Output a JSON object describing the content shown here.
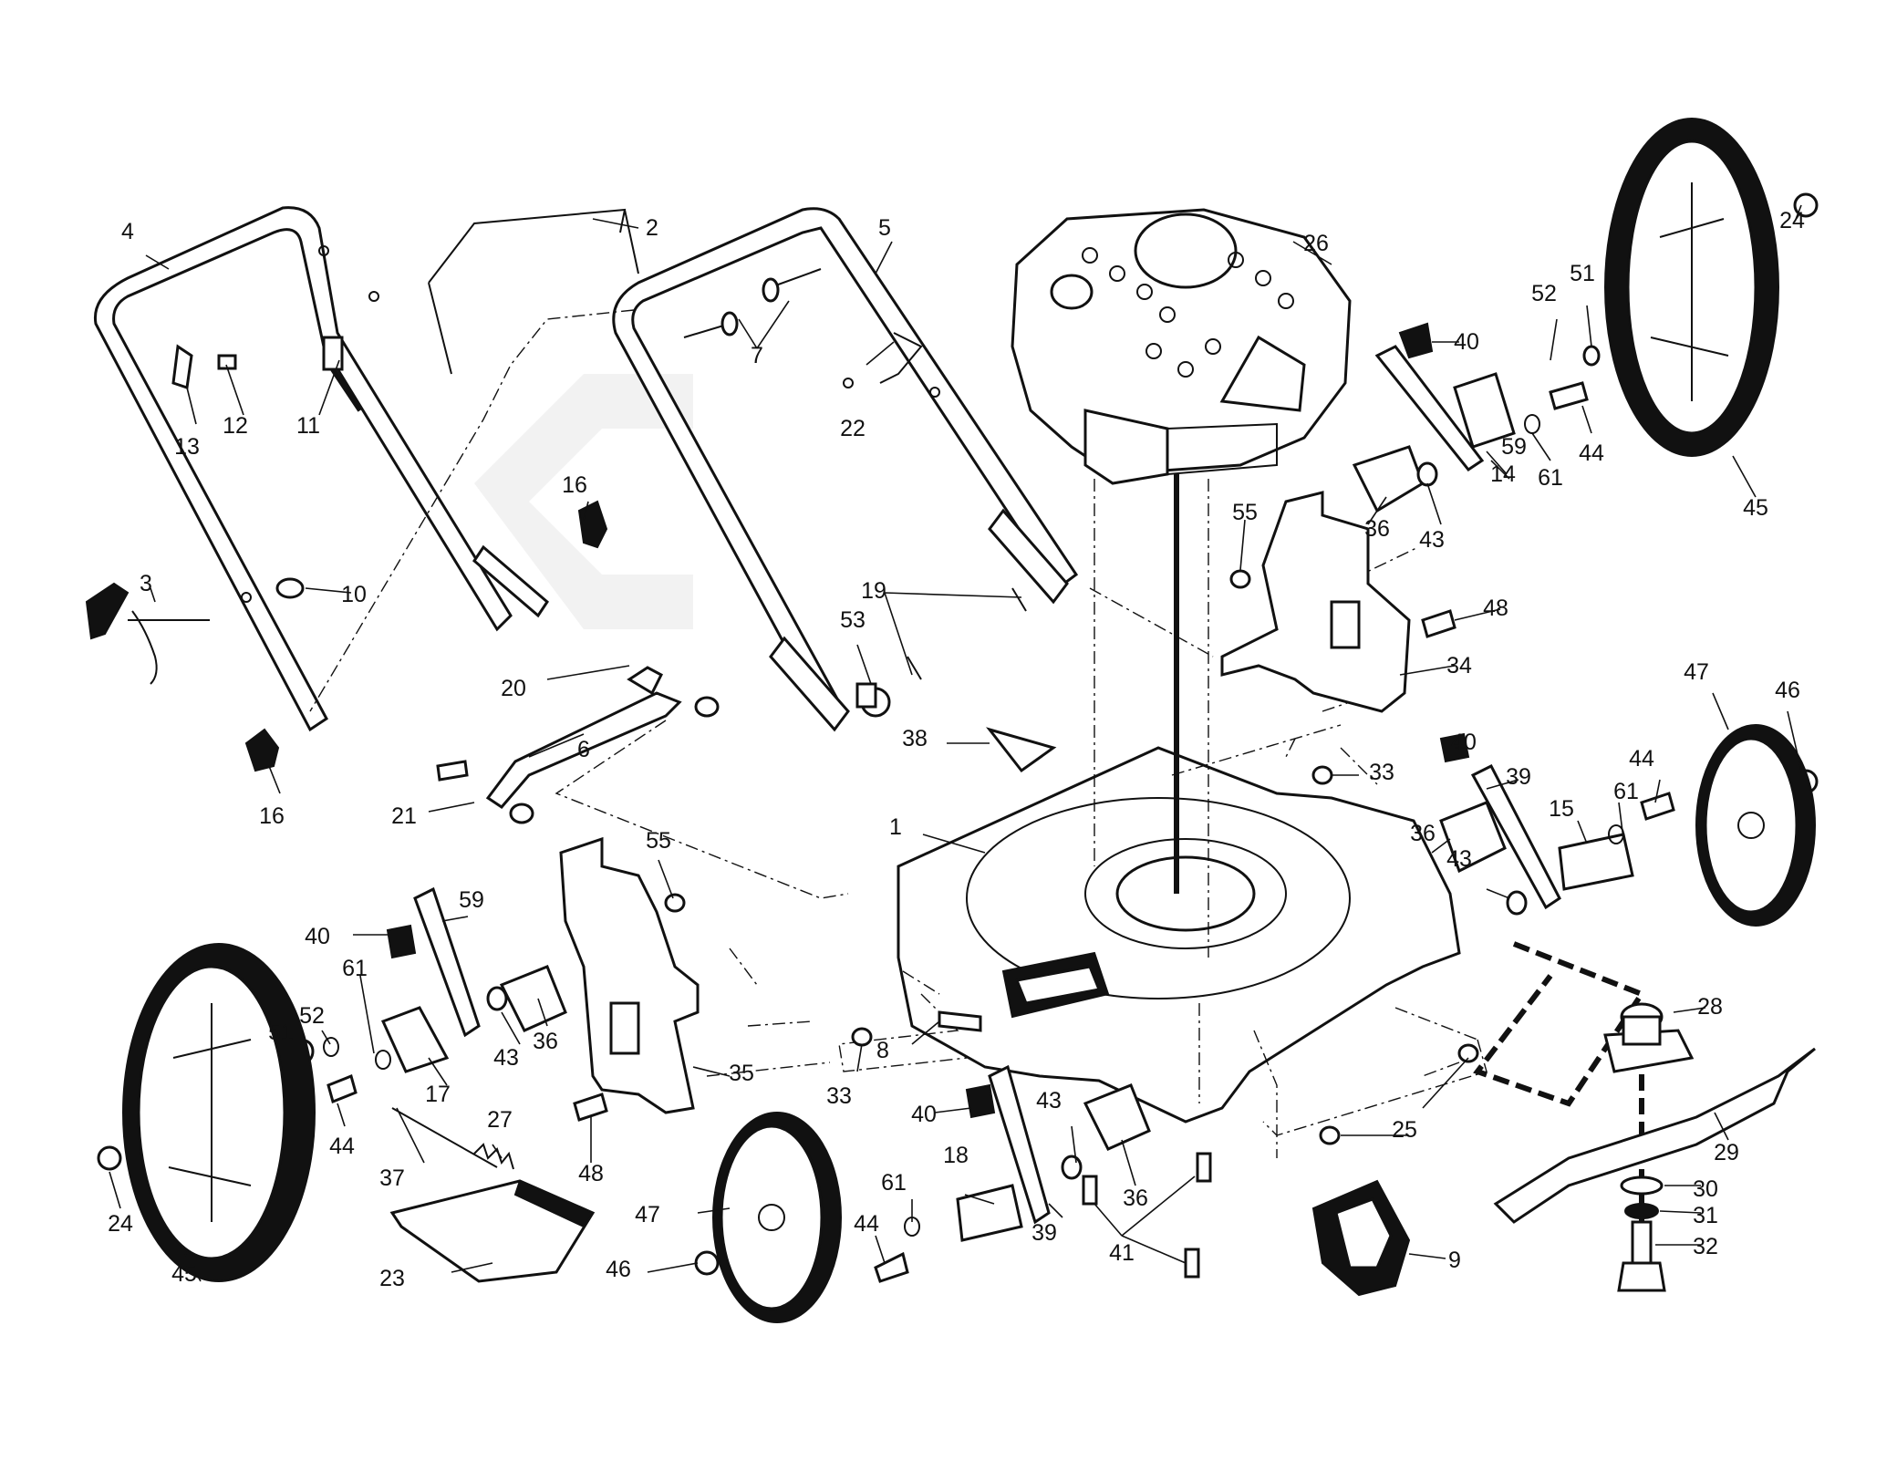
{
  "diagram": {
    "labels": [
      {
        "n": "1"
      },
      {
        "n": "2"
      },
      {
        "n": "3"
      },
      {
        "n": "4"
      },
      {
        "n": "5"
      },
      {
        "n": "6"
      },
      {
        "n": "7"
      },
      {
        "n": "8"
      },
      {
        "n": "9"
      },
      {
        "n": "10"
      },
      {
        "n": "11"
      },
      {
        "n": "12"
      },
      {
        "n": "13"
      },
      {
        "n": "14"
      },
      {
        "n": "15"
      },
      {
        "n": "16"
      },
      {
        "n": "16"
      },
      {
        "n": "17"
      },
      {
        "n": "18"
      },
      {
        "n": "19"
      },
      {
        "n": "20"
      },
      {
        "n": "21"
      },
      {
        "n": "22"
      },
      {
        "n": "23"
      },
      {
        "n": "24"
      },
      {
        "n": "24"
      },
      {
        "n": "25"
      },
      {
        "n": "26"
      },
      {
        "n": "27"
      },
      {
        "n": "28"
      },
      {
        "n": "29"
      },
      {
        "n": "30"
      },
      {
        "n": "31"
      },
      {
        "n": "32"
      },
      {
        "n": "33"
      },
      {
        "n": "33"
      },
      {
        "n": "34"
      },
      {
        "n": "35"
      },
      {
        "n": "36"
      },
      {
        "n": "36"
      },
      {
        "n": "36"
      },
      {
        "n": "36"
      },
      {
        "n": "37"
      },
      {
        "n": "38"
      },
      {
        "n": "39"
      },
      {
        "n": "39"
      },
      {
        "n": "40"
      },
      {
        "n": "40"
      },
      {
        "n": "40"
      },
      {
        "n": "40"
      },
      {
        "n": "41"
      },
      {
        "n": "43"
      },
      {
        "n": "43"
      },
      {
        "n": "43"
      },
      {
        "n": "43"
      },
      {
        "n": "44"
      },
      {
        "n": "44"
      },
      {
        "n": "44"
      },
      {
        "n": "44"
      },
      {
        "n": "45"
      },
      {
        "n": "45"
      },
      {
        "n": "46"
      },
      {
        "n": "46"
      },
      {
        "n": "47"
      },
      {
        "n": "47"
      },
      {
        "n": "48"
      },
      {
        "n": "48"
      },
      {
        "n": "51"
      },
      {
        "n": "51"
      },
      {
        "n": "52"
      },
      {
        "n": "52"
      },
      {
        "n": "53"
      },
      {
        "n": "55"
      },
      {
        "n": "55"
      },
      {
        "n": "59"
      },
      {
        "n": "59"
      },
      {
        "n": "61"
      },
      {
        "n": "61"
      },
      {
        "n": "61"
      },
      {
        "n": "61"
      }
    ]
  }
}
